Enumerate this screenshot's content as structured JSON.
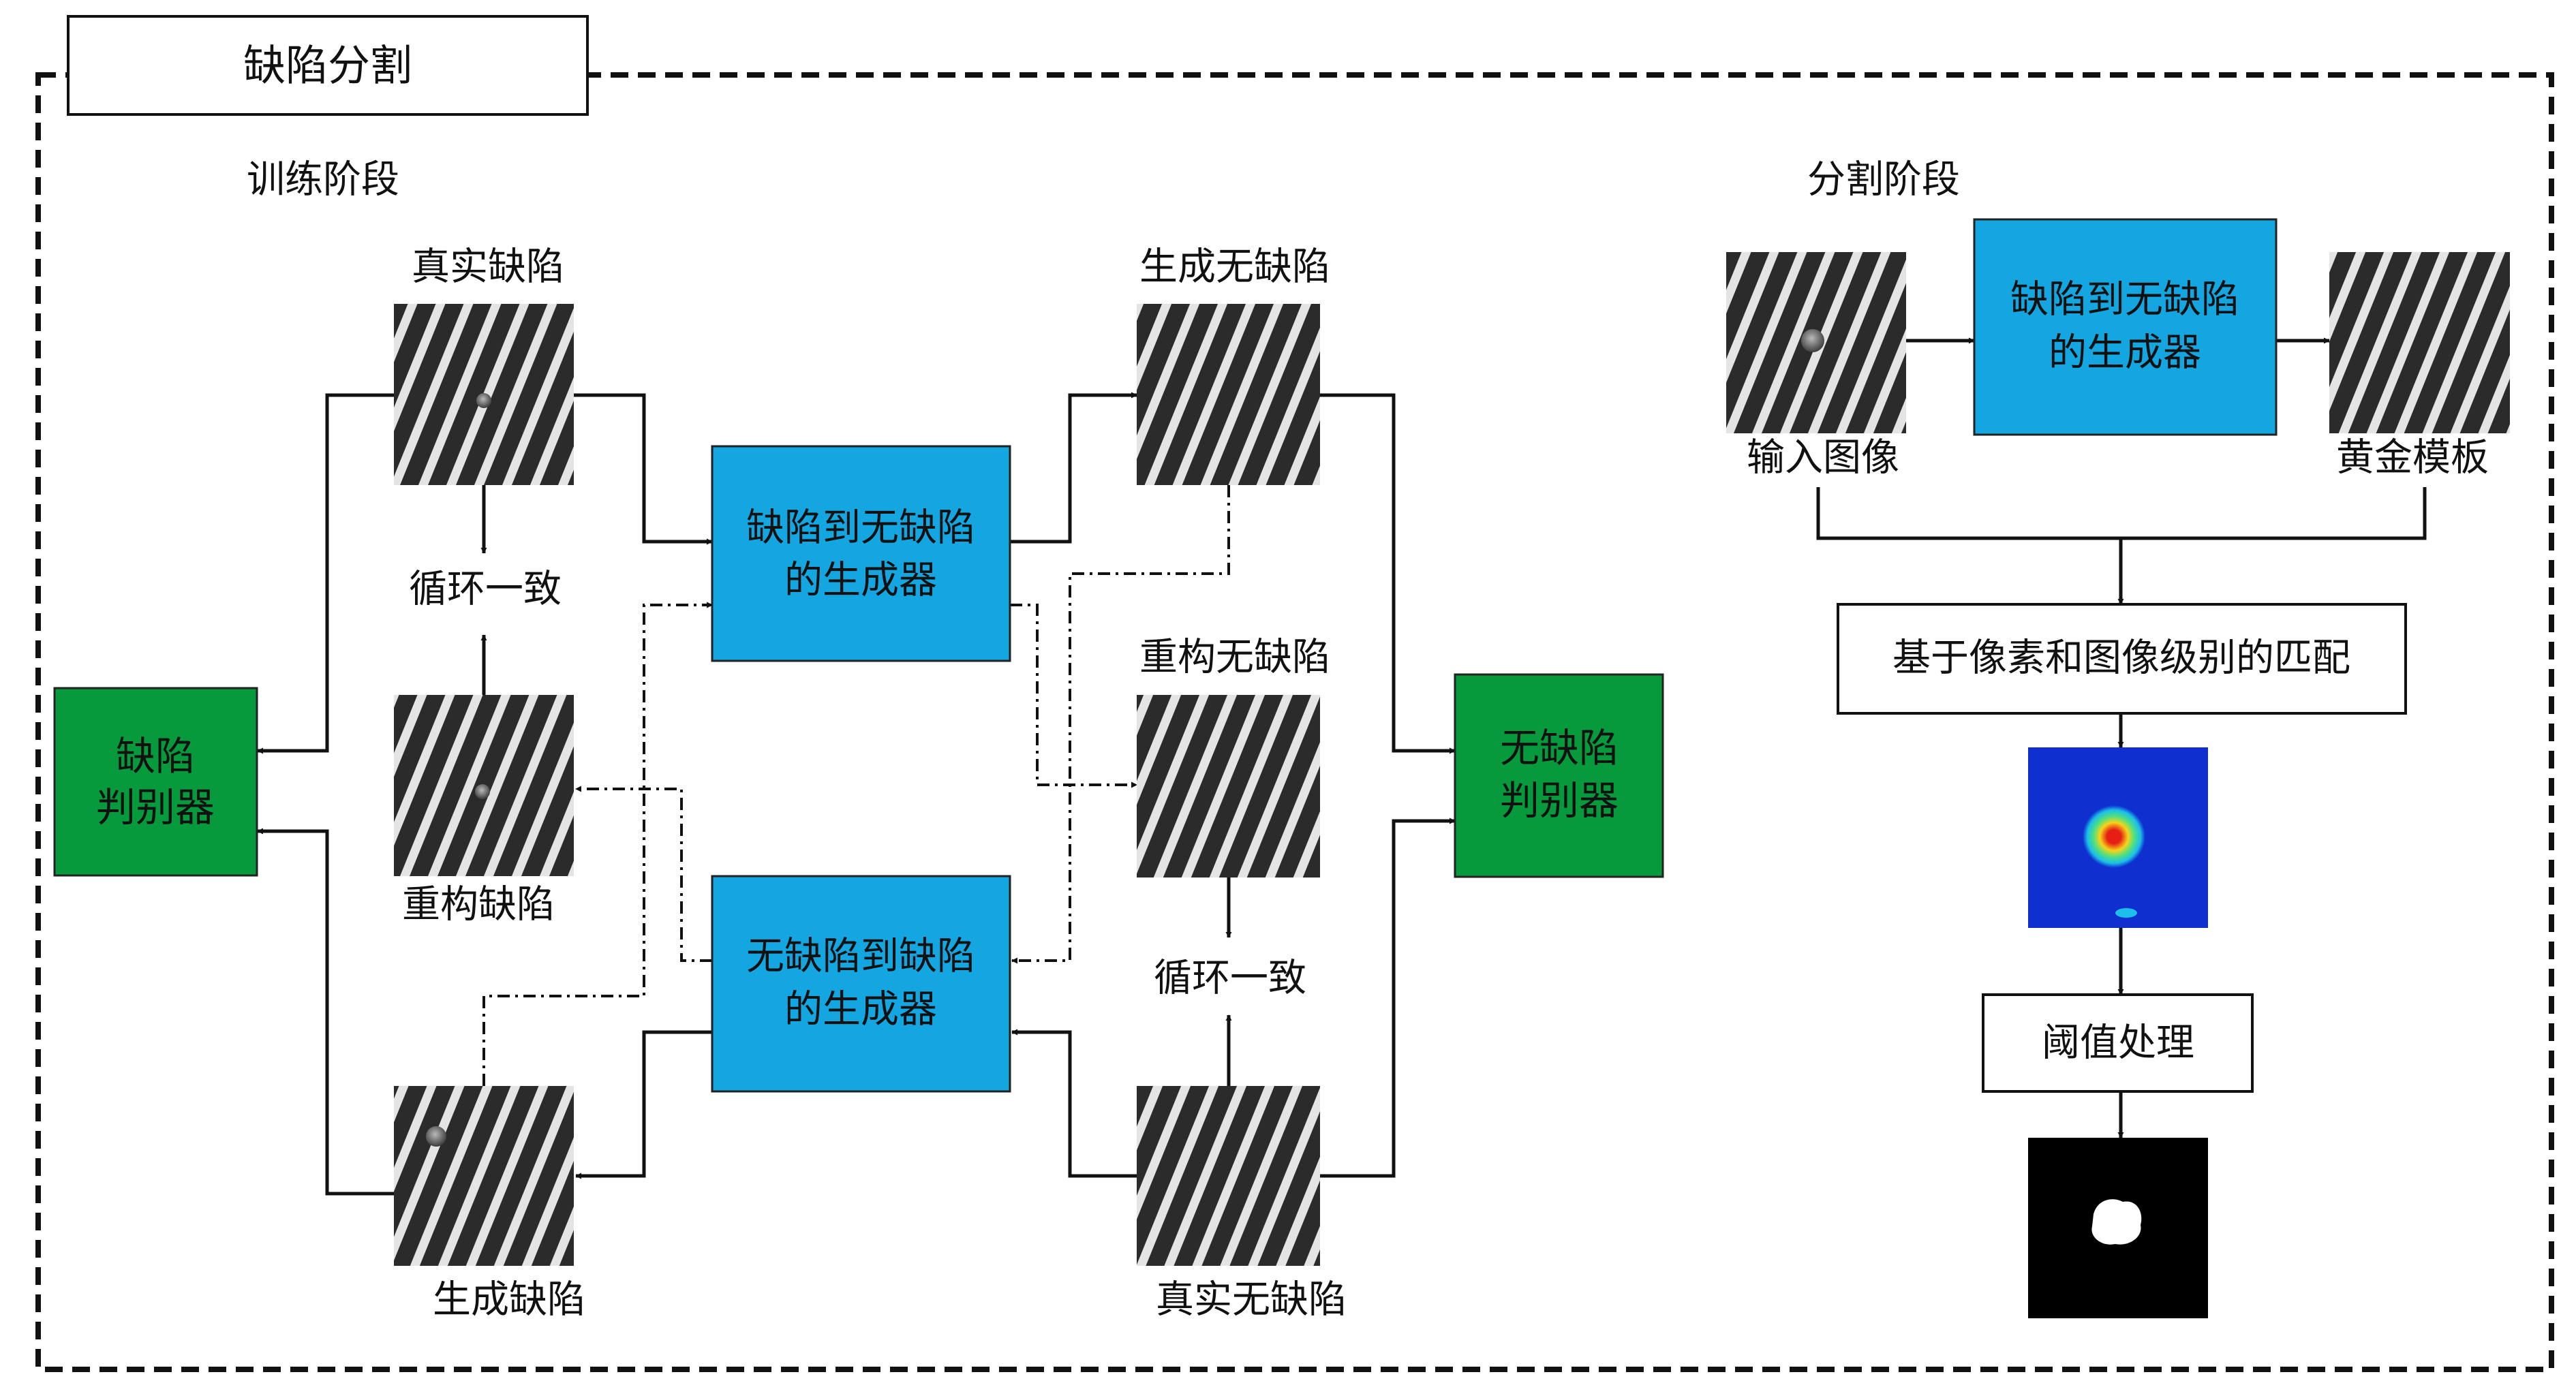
{
  "title": "缺陷分割",
  "sections": {
    "training": "训练阶段",
    "segmentation": "分割阶段"
  },
  "blocks": {
    "gen_d2n": [
      "缺陷到无缺陷",
      "的生成器"
    ],
    "gen_n2d": [
      "无缺陷到缺陷",
      "的生成器"
    ],
    "disc_defect": [
      "缺陷",
      "判别器"
    ],
    "disc_nodefect": [
      "无缺陷",
      "判别器"
    ],
    "seg_gen": [
      "缺陷到无缺陷",
      "的生成器"
    ],
    "match": "基于像素和图像级别的匹配",
    "threshold": "阈值处理"
  },
  "image_labels": {
    "real_defect": "真实缺陷",
    "recon_defect": "重构缺陷",
    "gen_defect": "生成缺陷",
    "gen_nodefect": "生成无缺陷",
    "recon_nodefect": "重构无缺陷",
    "real_nodefect": "真实无缺陷",
    "input_image": "输入图像",
    "golden_template": "黄金模板"
  },
  "cycle_labels": {
    "left": "循环一致",
    "right": "循环一致"
  },
  "colors": {
    "generator": "#13a6e0",
    "discriminator": "#079a3d",
    "heatmap_bg": "#0f2fcf",
    "heatmap_hot": "#e61e14",
    "mask_bg": "#000000",
    "stripe_dark": "#2b2b2b",
    "stripe_light": "#e4e4e4"
  }
}
